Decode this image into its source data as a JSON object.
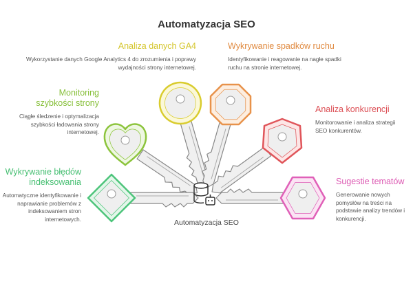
{
  "title": "Automatyzacja SEO",
  "center": {
    "label": "Automatyzacja SEO",
    "icon": "database-robot-icon"
  },
  "items": [
    {
      "title": "Analiza danych GA4",
      "description": "Wykorzystanie danych Google Analytics 4 do zrozumienia i poprawy wydajności strony internetowej.",
      "color": "#d9cc2e",
      "fill": "#fbf8d8",
      "shape": "circle"
    },
    {
      "title": "Wykrywanie spadków ruchu",
      "description": "Identyfikowanie i reagowanie na nagłe spadki ruchu na stronie internetowej.",
      "color": "#e8924a",
      "fill": "#fdeee0",
      "shape": "octagon"
    },
    {
      "title": "Monitoring szybkości strony",
      "description": "Ciągłe śledzenie i optymalizacja szybkości ładowania strony internetowej.",
      "color": "#8cc43c",
      "fill": "#eef7e2",
      "shape": "heart"
    },
    {
      "title": "Analiza konkurencji",
      "description": "Monitorowanie i analiza strategii SEO konkurentów.",
      "color": "#e0555a",
      "fill": "#fde6e6",
      "shape": "shield"
    },
    {
      "title": "Wykrywanie błędów indeksowania",
      "description": "Automatyczne identyfikowanie i naprawianie problemów z indeksowaniem stron internetowych.",
      "color": "#4cc47a",
      "fill": "#e4f6ea",
      "shape": "diamond"
    },
    {
      "title": "Sugestie tematów",
      "description": "Generowanie nowych pomysłów na treści na podstawie analizy trendów i konkurencji.",
      "color": "#e060b8",
      "fill": "#fbe4f4",
      "shape": "hexagon"
    }
  ]
}
